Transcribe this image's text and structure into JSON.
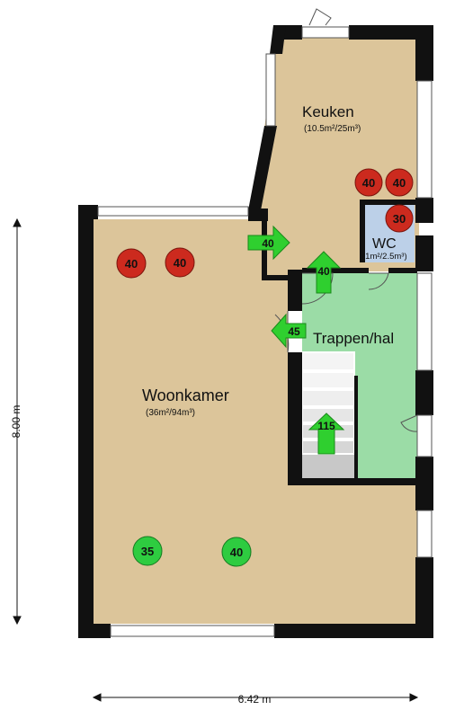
{
  "rooms": {
    "keuken": {
      "name": "Keuken",
      "area": "(10.5m²/25m³)"
    },
    "wc": {
      "name": "WC",
      "area": "(1m²/2.5m³)"
    },
    "trappenhal": {
      "name": "Trappen/hal"
    },
    "woonkamer": {
      "name": "Woonkamer",
      "area": "(36m²/94m³)"
    }
  },
  "markers": {
    "keuken_1": "40",
    "keuken_2": "40",
    "wc_1": "30",
    "woonkamer_top_1": "40",
    "woonkamer_top_2": "40",
    "woonkamer_bottom_1": "35",
    "woonkamer_bottom_2": "40"
  },
  "arrows": {
    "keuken_door": "40",
    "hal_door": "40",
    "woonkamer_door": "45",
    "stairs": "115"
  },
  "dimensions": {
    "height": "8.00 m",
    "width": "6.42 m"
  },
  "colors": {
    "floor_beige": "#dcc59a",
    "wc_blue": "#bcd0e8",
    "hal_green": "#9bdca6",
    "stair_gray": "#c8c8c8",
    "wall": "#111111",
    "marker_red": "#cc2a1e",
    "marker_green": "#2ecc40",
    "arrow_green": "#2fcf2f"
  }
}
